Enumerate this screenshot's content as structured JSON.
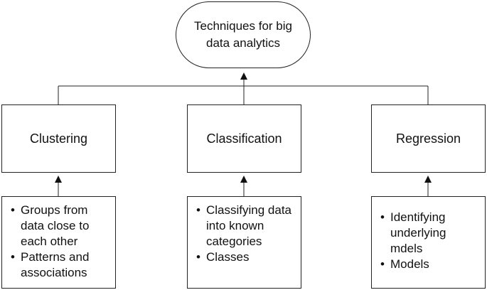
{
  "root": {
    "label": "Techniques for big data analytics"
  },
  "categories": [
    {
      "title": "Clustering",
      "items": [
        "Groups from data close to each other",
        "Patterns and associations"
      ]
    },
    {
      "title": "Classification",
      "items": [
        "Classifying data into known categories",
        "Classes"
      ]
    },
    {
      "title": "Regression",
      "items": [
        "Identifying underlying mdels",
        "Models"
      ]
    }
  ]
}
